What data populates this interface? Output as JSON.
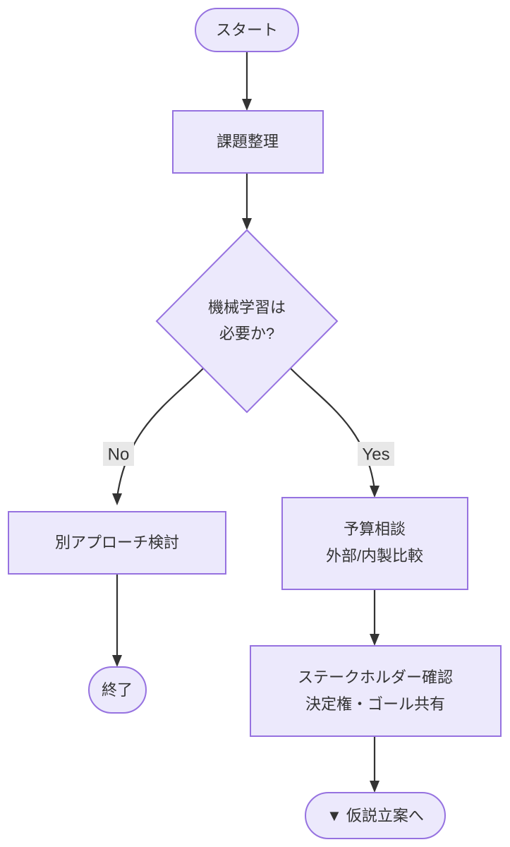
{
  "diagram": {
    "type": "flowchart",
    "orientation": "top-to-bottom",
    "theme": {
      "node_fill": "#ece9fc",
      "node_stroke": "#9672e0",
      "edge_stroke": "#333333",
      "label_text": "#333333",
      "edge_label_bg": "#e8e8e8",
      "canvas_bg": "#ffffff"
    },
    "nodes": [
      {
        "id": "start",
        "shape": "stadium",
        "label": "スタート",
        "lines": [
          "スタート"
        ]
      },
      {
        "id": "organize",
        "shape": "rect",
        "label": "課題整理",
        "lines": [
          "課題整理"
        ]
      },
      {
        "id": "decision",
        "shape": "diamond",
        "label": "機械学習は必要か?",
        "lines": [
          "機械学習は",
          "必要か?"
        ]
      },
      {
        "id": "alt-approach",
        "shape": "rect",
        "label": "別アプローチ検討",
        "lines": [
          "別アプローチ検討"
        ]
      },
      {
        "id": "budget",
        "shape": "rect",
        "label": "予算相談 外部/内製比較",
        "lines": [
          "予算相談",
          "外部/内製比較"
        ]
      },
      {
        "id": "stakeholder",
        "shape": "rect",
        "label": "ステークホルダー確認 決定権・ゴール共有",
        "lines": [
          "ステークホルダー確認",
          "決定権・ゴール共有"
        ]
      },
      {
        "id": "end",
        "shape": "stadium",
        "label": "終了",
        "lines": [
          "終了"
        ]
      },
      {
        "id": "next",
        "shape": "stadium",
        "label": "▼ 仮説立案へ",
        "lines": [
          "▼ 仮説立案へ"
        ]
      }
    ],
    "edges": [
      {
        "id": "e1",
        "from": "start",
        "to": "organize",
        "label": ""
      },
      {
        "id": "e2",
        "from": "organize",
        "to": "decision",
        "label": ""
      },
      {
        "id": "e3",
        "from": "decision",
        "to": "alt-approach",
        "label": "No"
      },
      {
        "id": "e4",
        "from": "decision",
        "to": "budget",
        "label": "Yes"
      },
      {
        "id": "e5",
        "from": "alt-approach",
        "to": "end",
        "label": ""
      },
      {
        "id": "e6",
        "from": "budget",
        "to": "stakeholder",
        "label": ""
      },
      {
        "id": "e7",
        "from": "stakeholder",
        "to": "next",
        "label": ""
      }
    ]
  }
}
